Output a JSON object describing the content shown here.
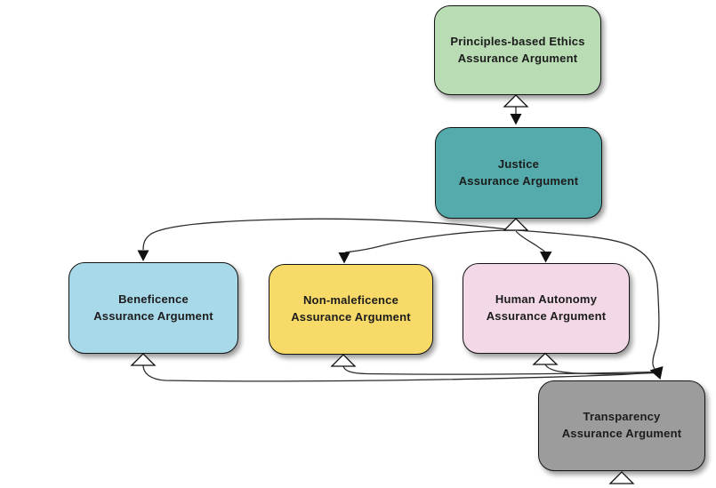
{
  "diagram": {
    "description": "Assurance argument hierarchy diagram",
    "nodes": {
      "principles": {
        "line1": "Principles-based Ethics",
        "line2": "Assurance Argument",
        "fill": "#b9dcb4"
      },
      "justice": {
        "line1": "Justice",
        "line2": "Assurance Argument",
        "fill": "#55abab"
      },
      "beneficence": {
        "line1": "Beneficence",
        "line2": "Assurance Argument",
        "fill": "#a8d9e9"
      },
      "non_maleficence": {
        "line1": "Non-maleficence",
        "line2": "Assurance Argument",
        "fill": "#f8da69"
      },
      "human_autonomy": {
        "line1": "Human Autonomy",
        "line2": "Assurance Argument",
        "fill": "#f3d9e7"
      },
      "transparency": {
        "line1": "Transparency",
        "line2": "Assurance Argument",
        "fill": "#9c9c9c"
      }
    },
    "edges": [
      {
        "from": "principles",
        "to": "justice",
        "from_end": "hollow-triangle",
        "to_end": "solid-arrow"
      },
      {
        "from": "justice",
        "to": "beneficence",
        "from_end": "hollow-triangle",
        "to_end": "solid-arrow"
      },
      {
        "from": "justice",
        "to": "non_maleficence",
        "from_end": "hollow-triangle",
        "to_end": "solid-arrow"
      },
      {
        "from": "justice",
        "to": "human_autonomy",
        "from_end": "hollow-triangle",
        "to_end": "solid-arrow"
      },
      {
        "from": "justice",
        "to": "transparency",
        "from_end": "hollow-triangle",
        "to_end": "solid-arrow"
      },
      {
        "from": "beneficence",
        "to": "transparency",
        "from_end": "hollow-triangle",
        "to_end": "solid-arrow"
      },
      {
        "from": "non_maleficence",
        "to": "transparency",
        "from_end": "hollow-triangle",
        "to_end": "solid-arrow"
      },
      {
        "from": "human_autonomy",
        "to": "transparency",
        "from_end": "hollow-triangle",
        "to_end": "solid-arrow"
      },
      {
        "from": "transparency",
        "to": "offscreen-below",
        "from_end": "hollow-triangle",
        "to_end": "cut-off"
      }
    ],
    "colors": {
      "node_border": "#141414",
      "connector": "#2d2d2d",
      "hollow_triangle_fill": "#ffffff",
      "solid_arrow_fill": "#111111",
      "background": "#ffffff"
    }
  }
}
